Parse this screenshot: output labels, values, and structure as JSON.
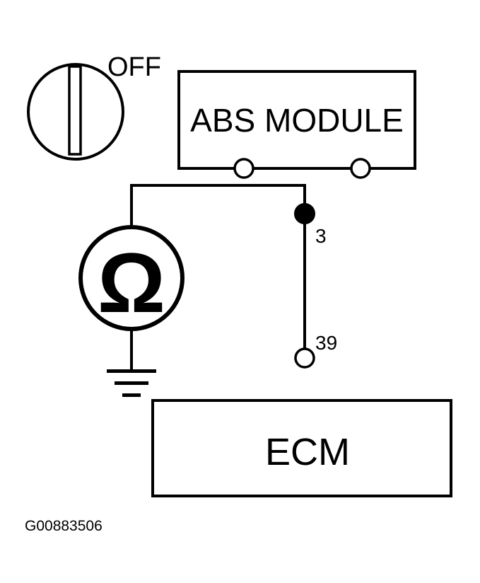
{
  "switch": {
    "label": "OFF",
    "icon": "ignition-key-switch-icon"
  },
  "abs_module": {
    "label": "ABS MODULE"
  },
  "ecm": {
    "label": "ECM"
  },
  "ohmmeter": {
    "symbol": "Ω",
    "icon": "ohmmeter-icon"
  },
  "ground": {
    "icon": "ground-symbol-icon"
  },
  "pins": {
    "abs_terminal": "3",
    "ecm_terminal": "39"
  },
  "figure_id": "G00883506",
  "colors": {
    "ink": "#000000",
    "paper": "#ffffff"
  }
}
